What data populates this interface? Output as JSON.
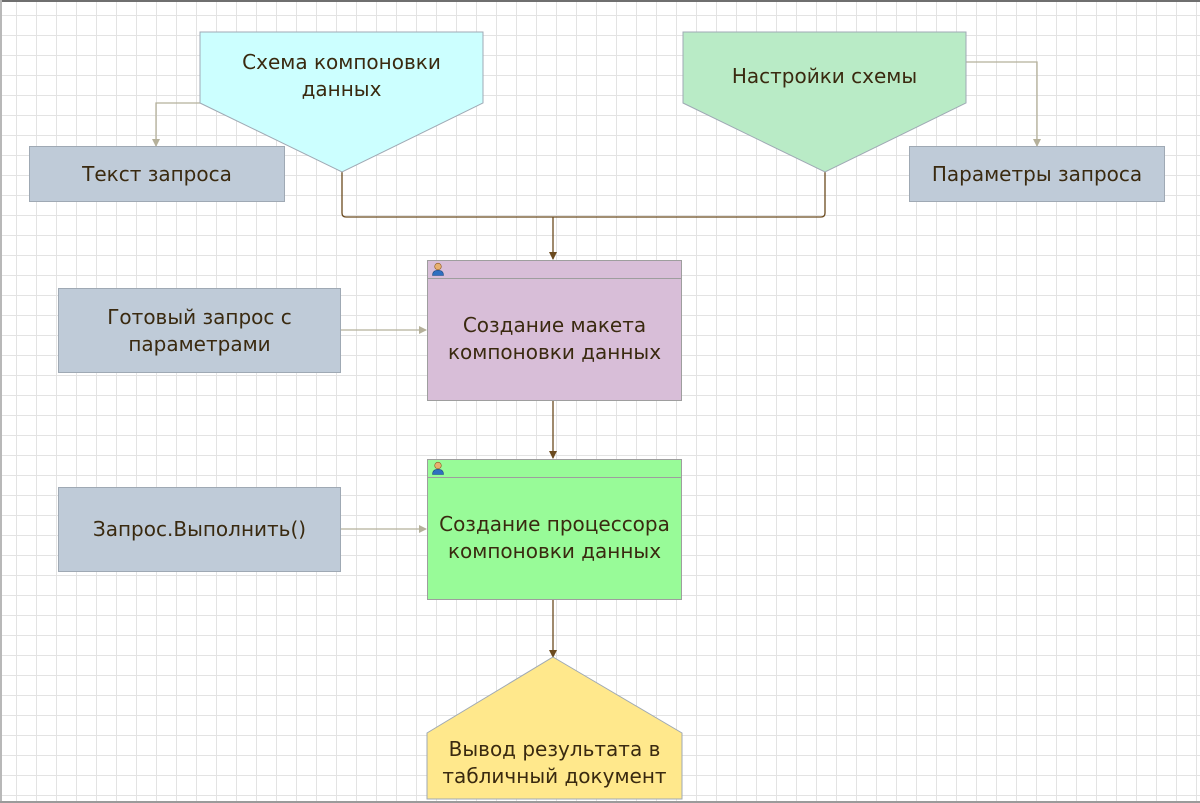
{
  "diagram": {
    "nodes": {
      "scheme": {
        "label": "Схема компоновки данных",
        "color": "#ccffff"
      },
      "settings": {
        "label": "Настройки схемы",
        "color": "#b9ebc6"
      },
      "query_text": {
        "label": "Текст запроса",
        "color": "#bfcbd8"
      },
      "query_params": {
        "label": "Параметры запроса",
        "color": "#bfcbd8"
      },
      "ready_query": {
        "label": "Готовый запрос с параметрами",
        "color": "#bfcbd8"
      },
      "layout_creation": {
        "label": "Создание макета компоновки данных",
        "color": "#d8bed8",
        "header_color": "#d8bed8"
      },
      "execute": {
        "label": "Запрос.Выполнить()",
        "color": "#bfcbd8"
      },
      "processor_creation": {
        "label": "Создание процессора компоновки данных",
        "color": "#98fb98",
        "header_color": "#98fb98"
      },
      "output": {
        "label": "Вывод результата в табличный документ",
        "color": "#ffe88c"
      }
    },
    "edges": [
      {
        "from": "scheme",
        "to": "query_text"
      },
      {
        "from": "settings",
        "to": "query_params"
      },
      {
        "from": "scheme",
        "to": "layout_creation"
      },
      {
        "from": "settings",
        "to": "layout_creation"
      },
      {
        "from": "ready_query",
        "to": "layout_creation"
      },
      {
        "from": "layout_creation",
        "to": "processor_creation"
      },
      {
        "from": "execute",
        "to": "processor_creation"
      },
      {
        "from": "processor_creation",
        "to": "output"
      }
    ],
    "colors": {
      "main_connector": "#6b4a1e",
      "secondary_connector": "#b5b09a",
      "node_border": "#9fa9b4",
      "text": "#3a2a10"
    }
  }
}
